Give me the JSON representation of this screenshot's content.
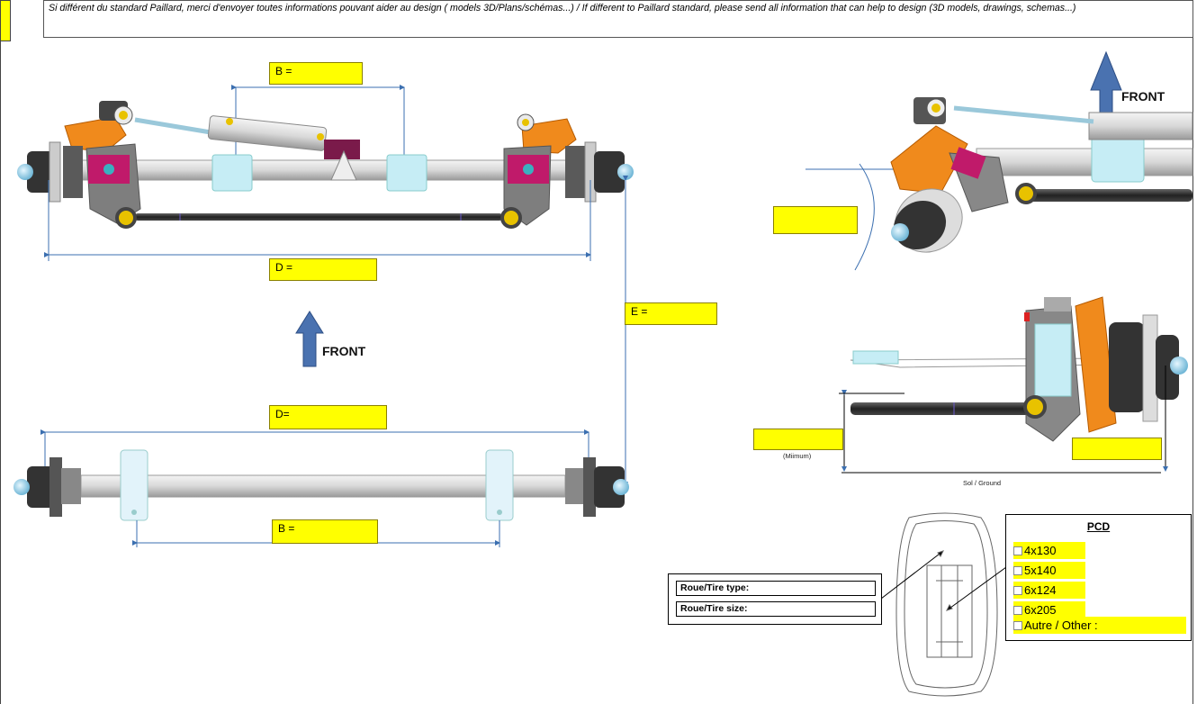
{
  "notice": "Si  différent du standard Paillard, merci d'envoyer toutes informations pouvant aider au design ( models 3D/Plans/schémas...) / If different to Paillard standard, please send all information that can help to design (3D models, drawings, schemas...)",
  "fields": {
    "b_top": "B =",
    "d_top": "D =",
    "e": "E =",
    "d_bottom": "D=",
    "b_bottom": "B ="
  },
  "front_label": "FRONT",
  "minimum_label": "(Miimum)",
  "ground_label": "Sol / Ground",
  "tire": {
    "type_label": "Roue/Tire type:",
    "size_label": "Roue/Tire size:"
  },
  "pcd": {
    "title": "PCD",
    "options": [
      "4x130",
      "5x140",
      "6x124",
      "6x205",
      "Autre / Other :"
    ]
  },
  "colors": {
    "highlight": "#ffff00",
    "arrow": "#4a72b0",
    "dimension_line": "#3b6fb0",
    "caliper": "#f08a1c",
    "hub_magenta": "#c01a6a",
    "clamp": "#b8e6f0"
  }
}
